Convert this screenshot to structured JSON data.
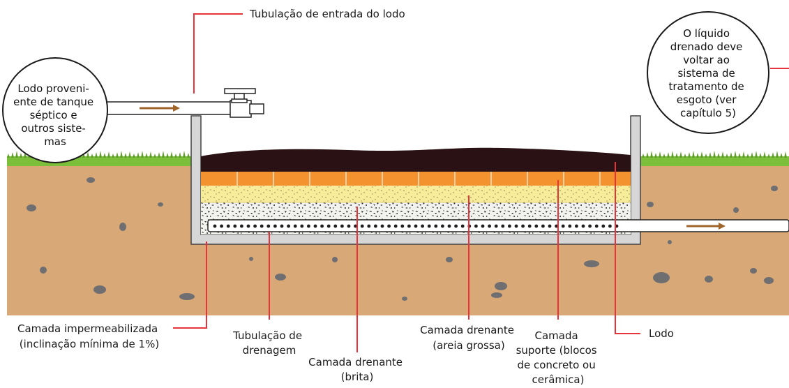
{
  "labels": {
    "inlet_pipe": "Tubulação de entrada do lodo",
    "impermeable_layer": [
      "Camada impermeabilizada",
      "(inclinação mínima de 1%)"
    ],
    "drain_pipe": [
      "Tubulação de",
      "drenagem"
    ],
    "gravel_layer": [
      "Camada drenante",
      "(brita)"
    ],
    "sand_layer": [
      "Camada drenante",
      "(areia grossa)"
    ],
    "support_layer": [
      "Camada",
      "suporte (blocos",
      "de concreto ou",
      "cerâmica)"
    ],
    "sludge": "Lodo"
  },
  "bubbles": {
    "source": [
      "Lodo proveni-",
      "ente de tanque",
      "séptico e",
      "outros siste-",
      "mas"
    ],
    "return": [
      "O líquido",
      "drenado deve",
      "voltar ao",
      "sistema de",
      "tratamento de",
      "esgoto (ver",
      "capítulo 5)"
    ]
  },
  "colors": {
    "leader_line": "#e8333b",
    "soil": "#d9a877",
    "grass": "#7bbf3a",
    "sludge": "#2a1214",
    "blocks": "#f3922e",
    "sand": "#f6ec9a",
    "gravel_bg": "#f2f2ef",
    "tank_wall": "#d6d6d6",
    "arrow": "#a0652a"
  },
  "icons": {
    "valve": "valve-icon",
    "flow_in": "flow-arrow-icon",
    "flow_out": "flow-arrow-icon"
  }
}
